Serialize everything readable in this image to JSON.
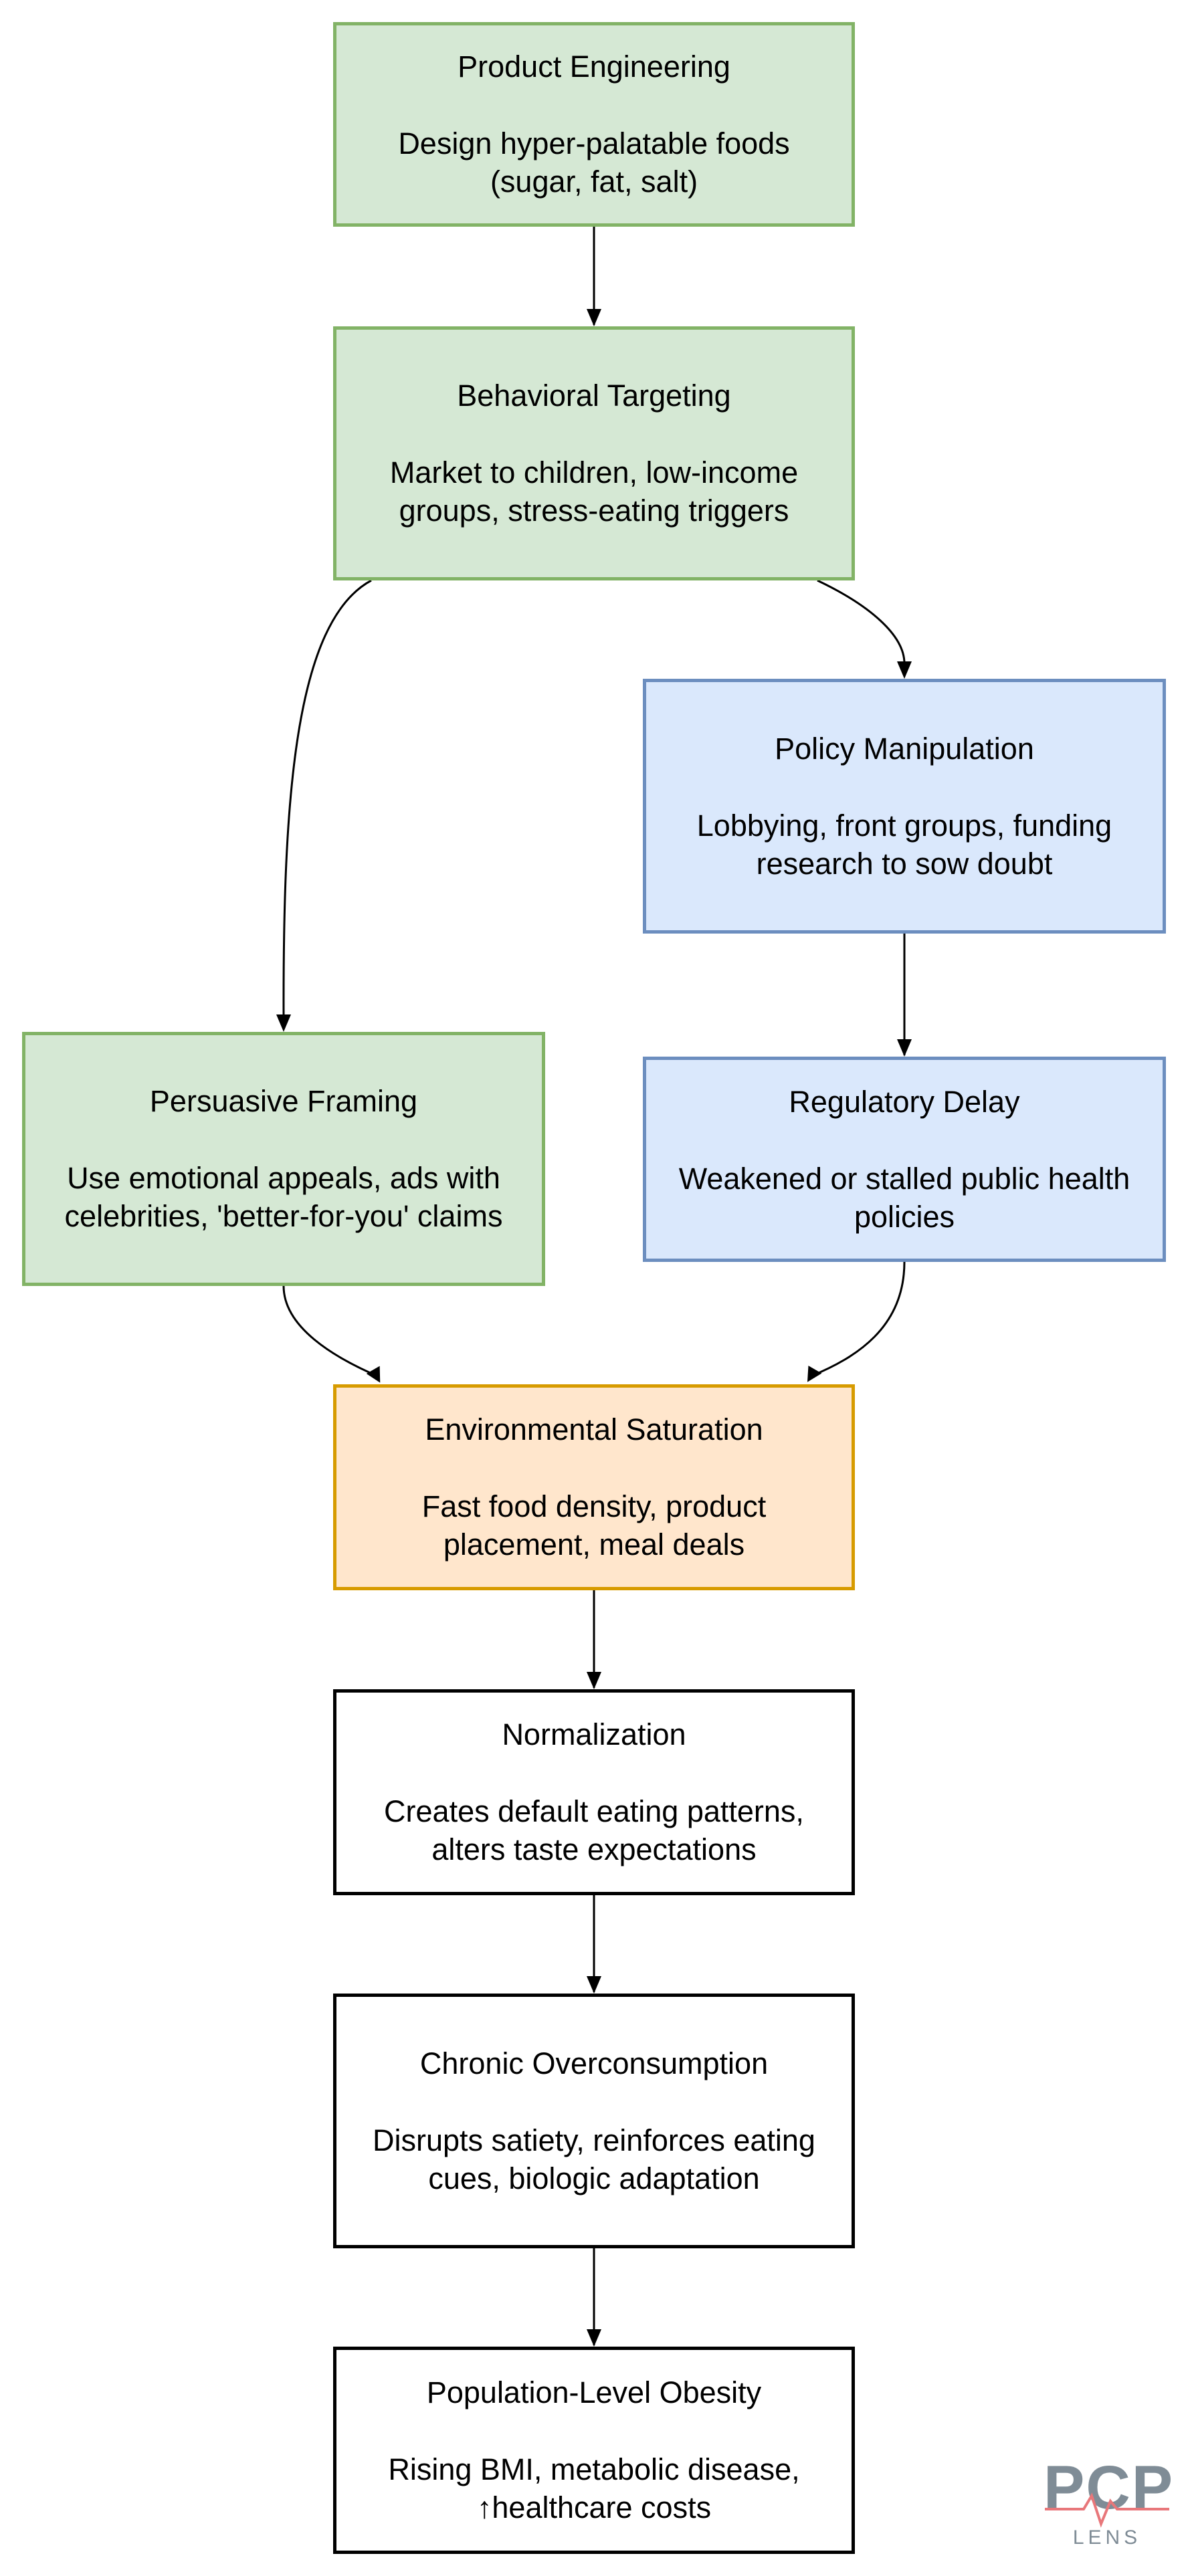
{
  "nodes": [
    {
      "id": "n1",
      "title": "Product Engineering",
      "desc": [
        "Design hyper-palatable foods",
        "(sugar, fat, salt)"
      ],
      "fill": "#d5e8d4",
      "stroke": "#82b366"
    },
    {
      "id": "n2",
      "title": "Behavioral Targeting",
      "desc": [
        "Market to children, low-income",
        "groups, stress-eating triggers"
      ],
      "fill": "#d5e8d4",
      "stroke": "#82b366"
    },
    {
      "id": "n3",
      "title": "Policy Manipulation",
      "desc": [
        "Lobbying, front groups, funding",
        "research to sow doubt"
      ],
      "fill": "#dae8fc",
      "stroke": "#6c8ebf"
    },
    {
      "id": "n4",
      "title": "Persuasive Framing",
      "desc": [
        "Use emotional appeals, ads with",
        "celebrities, 'better-for-you' claims"
      ],
      "fill": "#d5e8d4",
      "stroke": "#82b366"
    },
    {
      "id": "n5",
      "title": "Regulatory Delay",
      "desc": [
        "Weakened or stalled public health",
        "policies"
      ],
      "fill": "#dae8fc",
      "stroke": "#6c8ebf"
    },
    {
      "id": "n6",
      "title": "Environmental Saturation",
      "desc": [
        "Fast food density, product",
        "placement, meal deals"
      ],
      "fill": "#ffe6cc",
      "stroke": "#d79b00"
    },
    {
      "id": "n7",
      "title": "Normalization",
      "desc": [
        "Creates default eating patterns,",
        "alters taste expectations"
      ],
      "fill": "#ffffff",
      "stroke": "#000000"
    },
    {
      "id": "n8",
      "title": "Chronic Overconsumption",
      "desc": [
        "Disrupts satiety, reinforces eating",
        "cues, biologic adaptation"
      ],
      "fill": "#ffffff",
      "stroke": "#000000"
    },
    {
      "id": "n9",
      "title": "Population-Level Obesity",
      "desc": [
        "Rising BMI, metabolic disease,",
        "↑healthcare costs"
      ],
      "fill": "#ffffff",
      "stroke": "#000000"
    }
  ],
  "edges": [
    {
      "from": "n1",
      "to": "n2"
    },
    {
      "from": "n2",
      "to": "n4"
    },
    {
      "from": "n2",
      "to": "n3"
    },
    {
      "from": "n3",
      "to": "n5"
    },
    {
      "from": "n4",
      "to": "n6"
    },
    {
      "from": "n5",
      "to": "n6"
    },
    {
      "from": "n6",
      "to": "n7"
    },
    {
      "from": "n7",
      "to": "n8"
    },
    {
      "from": "n8",
      "to": "n9"
    }
  ],
  "logo": {
    "word": "PCP",
    "sub": "LENS",
    "color": "#7f8c96",
    "accent": "#e8777a"
  }
}
